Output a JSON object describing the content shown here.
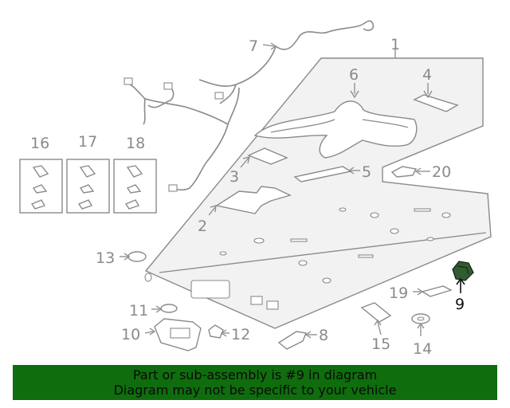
{
  "diagram": {
    "callouts": {
      "c1": "1",
      "c2": "2",
      "c3": "3",
      "c4": "4",
      "c5": "5",
      "c6": "6",
      "c7": "7",
      "c8": "8",
      "c9": "9",
      "c10": "10",
      "c11": "11",
      "c12": "12",
      "c13": "13",
      "c14": "14",
      "c15": "15",
      "c16": "16",
      "c17": "17",
      "c18": "18",
      "c19": "19",
      "c20": "20"
    },
    "highlight_color": "#2f5d2f"
  },
  "banner": {
    "line1": "Part or sub-assembly is #9 in diagram",
    "line2": "Diagram may not be specific to your vehicle",
    "background": "#0f6d0d"
  }
}
